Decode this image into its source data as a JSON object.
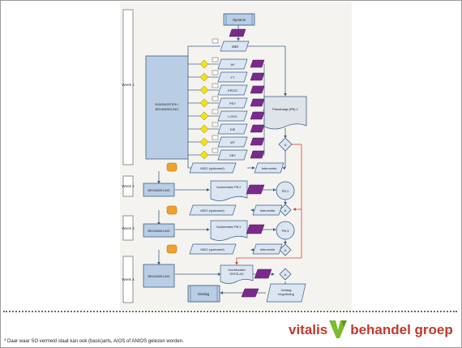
{
  "weeks": [
    "Week 1",
    "Week 2",
    "Week 3",
    "Week 4"
  ],
  "start_label": "Opname",
  "end_label": "Ontslag",
  "mdi_label": "MDI",
  "diag_label_line1": "DIAGNOSTIEK /",
  "diag_label_line2": "BEHANDELING",
  "disciplines": [
    "AV",
    "FT",
    "ERGO",
    "PSY",
    "LOGO",
    "DIE",
    "MT",
    "VBY"
  ],
  "plan_label": "Plandraagt (PB) 1",
  "mdo_label": "MDO (optioneel)",
  "interventie_label": "Interventie",
  "treatment_label": "BEHANDELING",
  "voorbereiden_pb2": "Voorbereiden PB 2",
  "voorbereiden_pb3": "Voorbereiden PB 3",
  "voorbereiden_ontslag_line1": "Voorbereiden",
  "voorbereiden_ontslag_line2": "ONTSLAG",
  "pb2": "PB 2",
  "pb3": "PB 3",
  "decision_symbol": "A",
  "ontslag_begeleiding_line1": "Ontslag",
  "ontslag_begeleiding_line2": "begeleiding",
  "logo_word1": "vitalis",
  "logo_word2": "behandel groep",
  "footnote": "* Daar waar SO vermeld staat kan ook (basis)arts, AIOS of ANIOS gelezen worden.",
  "colors": {
    "process_blue": "#b9cde4",
    "process_border": "#3d5f87",
    "doc_purple": "#7a2a8c",
    "decision_yellow": "#f2e21a",
    "storage_orange": "#f0a12a",
    "return_red": "#d9432a",
    "logo_red": "#c0392b",
    "logo_green": "#7cba2e"
  }
}
